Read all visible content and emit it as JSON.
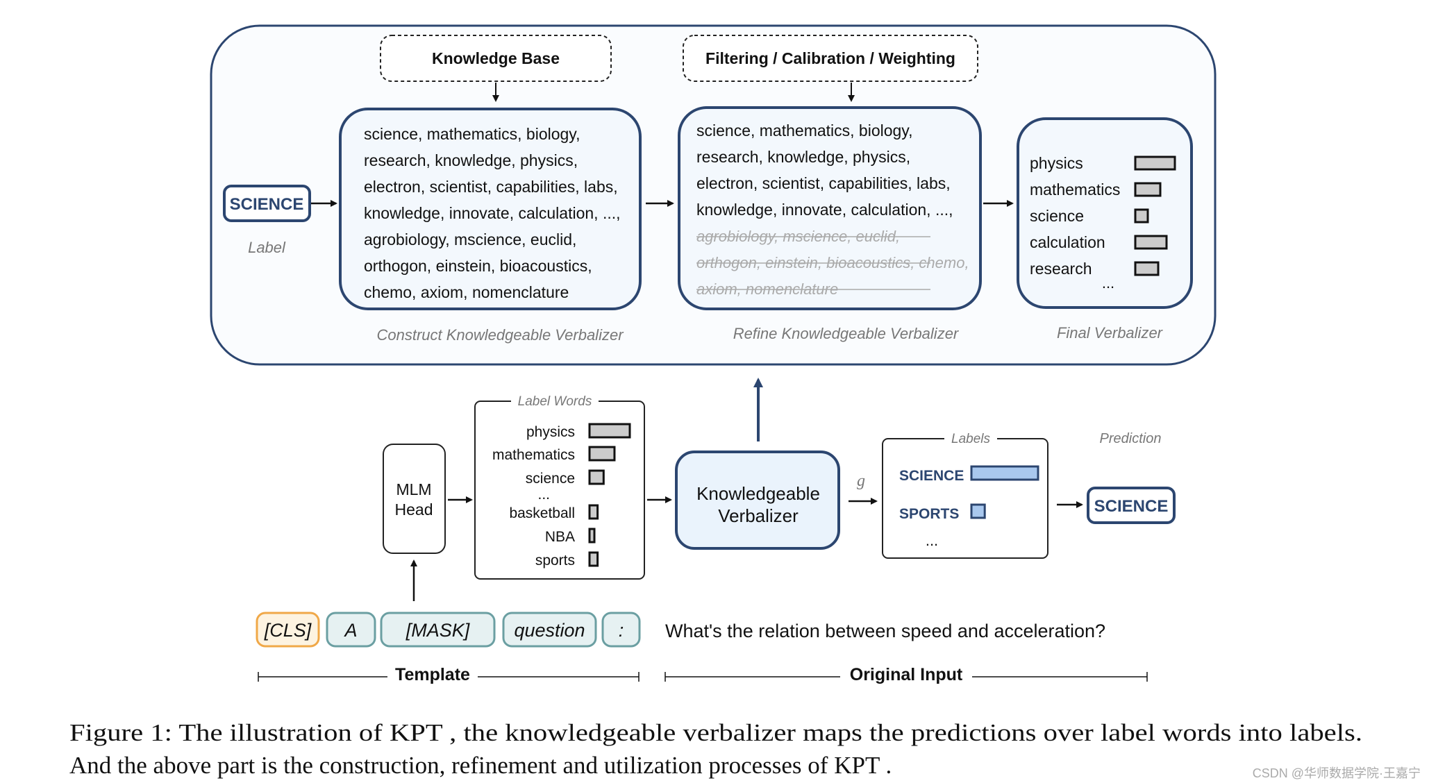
{
  "top": {
    "knowledge_base": "Knowledge Base",
    "filtering": "Filtering / Calibration / Weighting",
    "label_chip": "SCIENCE",
    "label_caption": "Label",
    "construct_lines": [
      "science, mathematics, biology,",
      "research, knowledge, physics,",
      "electron, scientist, capabilities, labs,",
      "knowledge, innovate, calculation, ...,",
      "agrobiology, mscience,  euclid,",
      "orthogon, einstein, bioacoustics,",
      "chemo, axiom, nomenclature"
    ],
    "construct_caption": "Construct Knowledgeable Verbalizer",
    "refine_lines": [
      "science, mathematics, biology,",
      "research, knowledge, physics,",
      "electron, scientist, capabilities, labs,",
      "knowledge, innovate, calculation, ...,"
    ],
    "refine_struck_lines": [
      "agrobiology, mscience,  euclid,",
      "orthogon, einstein, bioacoustics, chemo,",
      "axiom, nomenclature"
    ],
    "refine_caption": "Refine Knowledgeable Verbalizer",
    "final_words": [
      "physics",
      "mathematics",
      "science",
      "calculation",
      "research"
    ],
    "final_values": [
      0.95,
      0.6,
      0.3,
      0.75,
      0.55
    ],
    "final_ellipsis": "...",
    "final_caption": "Final Verbalizer"
  },
  "bottom": {
    "mlm_head": [
      "MLM",
      "Head"
    ],
    "label_words_title": "Label Words",
    "label_words": [
      "physics",
      "mathematics",
      "science",
      "...",
      "basketball",
      "NBA",
      "sports"
    ],
    "label_word_values": [
      1.0,
      0.62,
      0.35,
      null,
      0.2,
      0.08,
      0.2
    ],
    "kv": [
      "Knowledgeable",
      "Verbalizer"
    ],
    "g": "g",
    "labels_title": "Labels",
    "labels": [
      "SCIENCE",
      "SPORTS",
      "..."
    ],
    "label_values": [
      1.0,
      0.2,
      null
    ],
    "prediction_title": "Prediction",
    "prediction": "SCIENCE",
    "tokens": [
      "[CLS]",
      "A",
      "[MASK]",
      "question",
      ":"
    ],
    "input_text": "What's the relation between speed and acceleration?",
    "template_label": "Template",
    "original_input_label": "Original Input"
  },
  "caption": {
    "line1": "Figure 1: The illustration of KPT , the knowledgeable verbalizer maps the predictions over label words into labels.",
    "line2": "And the above part is the construction, refinement and utilization processes of KPT ."
  },
  "watermark": "CSDN @华师数据学院·王嘉宁",
  "colors": {
    "navy": "#2c4670",
    "blue_fill": "#a9c8ee",
    "box_fill": "#f3f8fd",
    "orange": "#f0a848",
    "teal": "#6b9fa2",
    "teal_fill": "#e6f1f2",
    "gray_bar": "#cccccc"
  }
}
